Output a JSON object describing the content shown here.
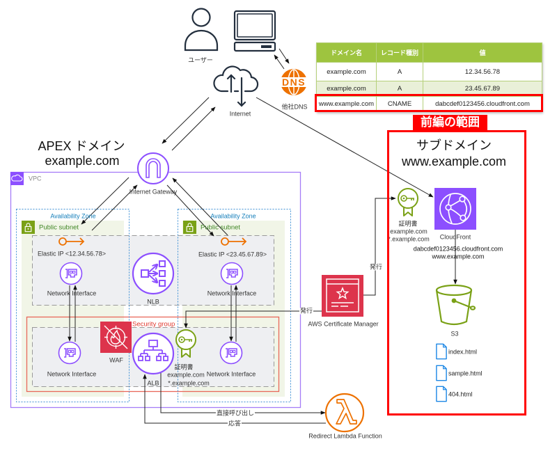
{
  "diagram": {
    "apex": {
      "title": "APEX ドメイン",
      "domain": "example.com"
    },
    "subdomain": {
      "title": "サブドメイン",
      "domain": "www.example.com"
    },
    "scope_label": "前編の範囲"
  },
  "dns_table": {
    "headers": [
      "ドメイン名",
      "レコード種別",
      "値"
    ],
    "rows": [
      [
        "example.com",
        "A",
        "12.34.56.78"
      ],
      [
        "example.com",
        "A",
        "23.45.67.89"
      ],
      [
        "www.example.com",
        "CNAME",
        "dabcdef0123456.cloudfront.com"
      ]
    ],
    "highlighted_row": 2
  },
  "nodes": {
    "user": {
      "label": "ユーザー",
      "icon": "user-icon"
    },
    "client_pc": {
      "icon": "computer-icon"
    },
    "internet": {
      "label": "Internet",
      "icon": "internet-cloud-icon"
    },
    "dns": {
      "label": "他社DNS",
      "icon": "dns-icon",
      "glyph": "DNS"
    },
    "igw": {
      "label": "Internet Gateway",
      "icon": "internet-gateway-icon"
    },
    "vpc": {
      "label": "VPC",
      "icon": "vpc-icon"
    },
    "availability_zones": [
      "Availability Zone",
      "Availability Zone"
    ],
    "subnets": [
      "Public subnet",
      "Public subnet"
    ],
    "elastic_ips": [
      "Elastic IP <12.34.56.78>",
      "Elastic IP <23.45.67.89>"
    ],
    "network_interfaces": [
      "Network Interface",
      "Network Interface",
      "Network Interface",
      "Network Interface"
    ],
    "nlb": {
      "label": "NLB"
    },
    "security_group": {
      "label": "Security group"
    },
    "waf": {
      "label": "WAF"
    },
    "alb": {
      "label": "ALB"
    },
    "alb_certificate": {
      "lines": [
        "証明書",
        "example.com",
        "*.example.com"
      ]
    },
    "acm": {
      "label": "AWS Certificate Manager"
    },
    "cloudfront_certificate": {
      "lines": [
        "証明書",
        "example.com",
        "*.example.com"
      ]
    },
    "cloudfront": {
      "label": "CloudFront",
      "domains": [
        "dabcdef0123456.cloudfront.com",
        "www.example.com"
      ]
    },
    "s3": {
      "label": "S3",
      "files": [
        "index.html",
        "sample.html",
        "404.html"
      ]
    },
    "lambda": {
      "label": "Redirect Lambda Function"
    }
  },
  "edges": {
    "issue_to_alb_cert": "発行",
    "issue_to_cloudfront_cert": "発行",
    "alb_to_lambda": "直接呼び出し",
    "lambda_to_alb": "応答"
  },
  "colors": {
    "purple": "#8c4fff",
    "orange": "#ed7100",
    "red": "#dd344c",
    "green": "#7aa116",
    "scope": "#ff0000",
    "thead": "#9ec43f",
    "altrow": "#e9f0d8"
  }
}
